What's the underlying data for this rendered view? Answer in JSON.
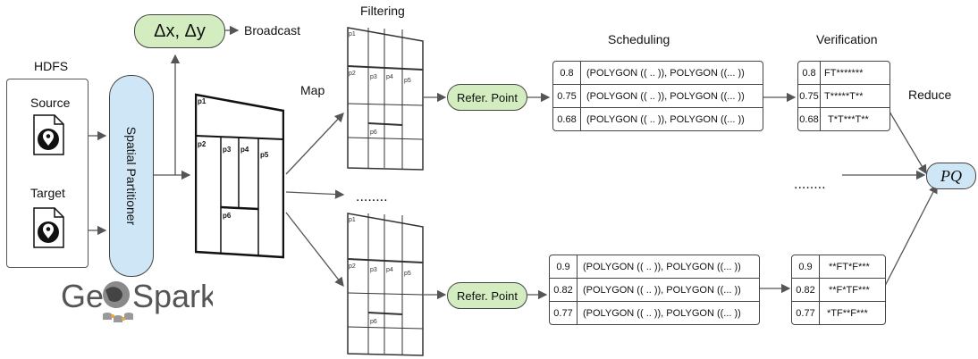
{
  "labels": {
    "hdfs": "HDFS",
    "source": "Source",
    "target": "Target",
    "spatial_partitioner": "Spatial Partitioner",
    "broadcast": "Broadcast",
    "map": "Map",
    "filtering": "Filtering",
    "scheduling": "Scheduling",
    "verification": "Verification",
    "reduce": "Reduce",
    "refer_point_top": "Refer. Point",
    "refer_point_bottom": "Refer. Point",
    "dots_middle": "........",
    "dots_right": "........",
    "geospark": "GeSpark",
    "delta": "Δx, Δy",
    "pq": "PQ"
  },
  "grid_labels": [
    "p1",
    "p2",
    "p3",
    "p4",
    "p5",
    "p6"
  ],
  "scheduling_top": [
    {
      "score": "0.8",
      "text": "(POLYGON (( .. )),  POLYGON ((... ))"
    },
    {
      "score": "0.75",
      "text": "(POLYGON (( .. )),  POLYGON ((... ))"
    },
    {
      "score": "0.68",
      "text": "(POLYGON (( .. )),  POLYGON ((... ))"
    }
  ],
  "scheduling_bottom": [
    {
      "score": "0.9",
      "text": "(POLYGON (( .. )),  POLYGON ((... ))"
    },
    {
      "score": "0.82",
      "text": "(POLYGON (( .. )),  POLYGON ((... ))"
    },
    {
      "score": "0.77",
      "text": "(POLYGON (( .. )),  POLYGON ((... ))"
    }
  ],
  "verification_top": [
    {
      "score": "0.8",
      "text": "FT*******"
    },
    {
      "score": "0.75",
      "text": "T*****T**"
    },
    {
      "score": "0.68",
      "text": "T*T***T**"
    }
  ],
  "verification_bottom": [
    {
      "score": "0.9",
      "text": "**FT*F***"
    },
    {
      "score": "0.82",
      "text": "**F*TF***"
    },
    {
      "score": "0.77",
      "text": "*TF**F***"
    }
  ]
}
